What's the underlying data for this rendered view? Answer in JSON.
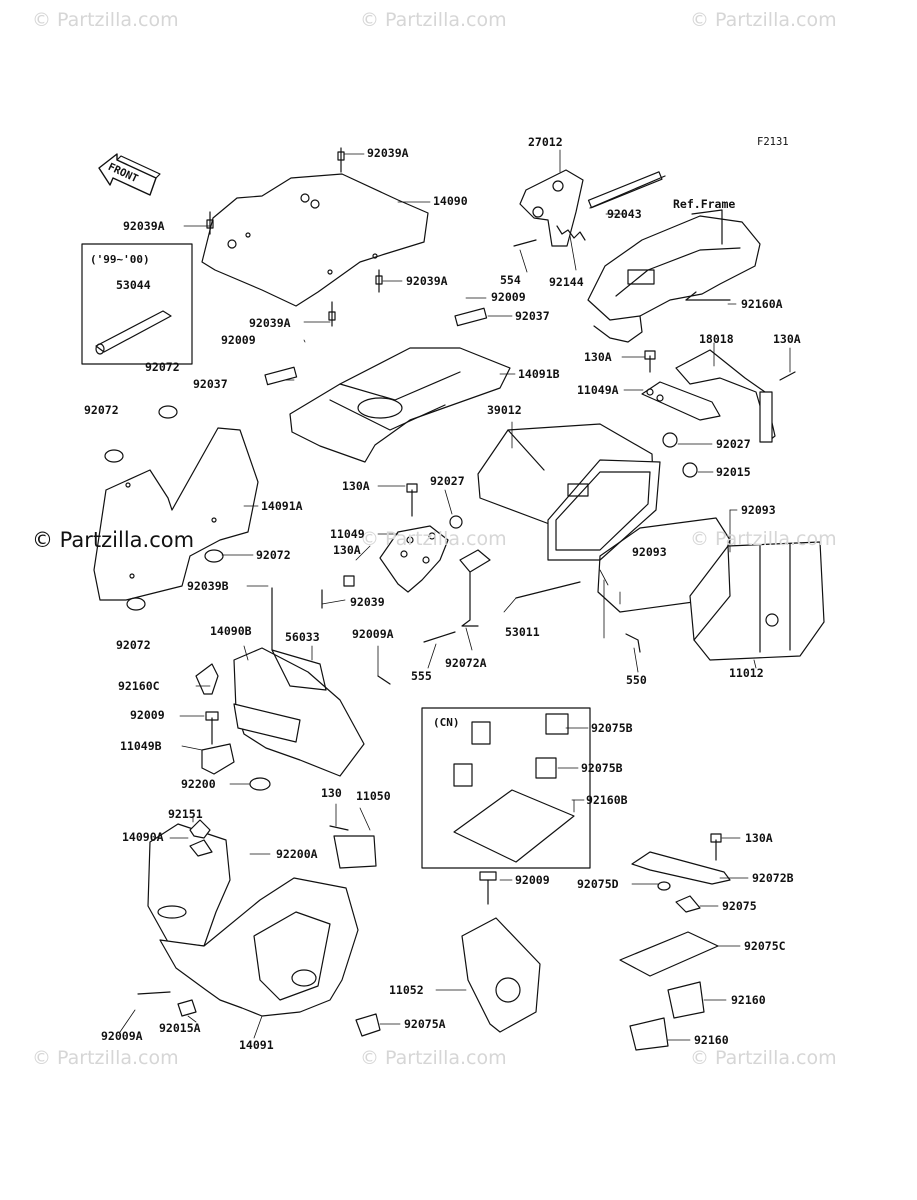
{
  "watermarks": {
    "top": [
      "© Partzilla.com",
      "© Partzilla.com",
      "© Partzilla.com"
    ],
    "middle": [
      "© Partzilla.com",
      "© Partzilla.com"
    ],
    "side": "© Partzilla.com",
    "bottom": [
      "© Partzilla.com",
      "© Partzilla.com",
      "© Partzilla.com"
    ]
  },
  "diagram_code": "F2131",
  "front_label": "FRONT",
  "ref_frame": "Ref.Frame",
  "subgroups": {
    "years": "('99~'00)",
    "cn": "(CN)"
  },
  "parts": {
    "p92039A_top": "92039A",
    "p14090": "14090",
    "p92039A_left": "92039A",
    "p92039A_mid": "92039A",
    "p92039A_low": "92039A",
    "p53044": "53044",
    "p27012": "27012",
    "p92043": "92043",
    "p554": "554",
    "p92144": "92144",
    "p92160A": "92160A",
    "p92009_a": "92009",
    "p92037_a": "92037",
    "p92009_b": "92009",
    "p92037_b": "92037",
    "p14091B": "14091B",
    "p18018": "18018",
    "p130A_a": "130A",
    "p130A_b": "130A",
    "p11049A": "11049A",
    "p92072_a": "92072",
    "p92072_b": "92072",
    "p39012": "39012",
    "p92027_a": "92027",
    "p92027_b": "92027",
    "p92015": "92015",
    "p14091A": "14091A",
    "p130A_c": "130A",
    "p92093_a": "92093",
    "p11049": "11049",
    "p92093_b": "92093",
    "p92072_c": "92072",
    "p130A_d": "130A",
    "p92039B": "92039B",
    "p92039": "92039",
    "p92072_d": "92072",
    "p14090B": "14090B",
    "p56033": "56033",
    "p92009A_a": "92009A",
    "p53011": "53011",
    "p555": "555",
    "p92072A": "92072A",
    "p550": "550",
    "p11012": "11012",
    "p92160C": "92160C",
    "p92009_c": "92009",
    "p92075B_a": "92075B",
    "p11049B": "11049B",
    "p92075B_b": "92075B",
    "p92200": "92200",
    "p92160B": "92160B",
    "p130": "130",
    "p11050": "11050",
    "p92151": "92151",
    "p14090A": "14090A",
    "p92200A": "92200A",
    "p130A_e": "130A",
    "p92009_d": "92009",
    "p92072B": "92072B",
    "p92075D": "92075D",
    "p92075": "92075",
    "p92075C": "92075C",
    "p11052": "11052",
    "p92160_a": "92160",
    "p92009A_b": "92009A",
    "p92015A": "92015A",
    "p14091": "14091",
    "p92075A": "92075A",
    "p92160_b": "92160"
  }
}
